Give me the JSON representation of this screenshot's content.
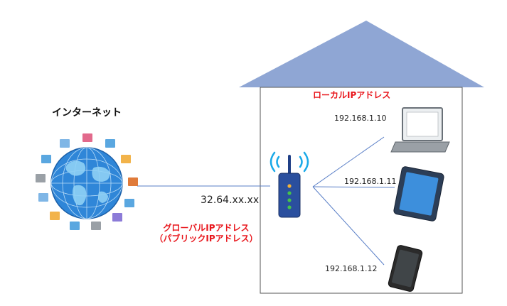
{
  "colors": {
    "label_red": "#e8151b",
    "house": "#8fa6d4",
    "globe_blue": "#2f86d8",
    "link_blue": "#5a7fc7"
  },
  "internet": {
    "label": "インターネット",
    "icon": "globe-with-computers-icon"
  },
  "house": {
    "local_ip_label": "ローカルIPアドレス",
    "router_icon": "wifi-router-icon"
  },
  "global_ip": {
    "address": "32.64.xx.xx",
    "label": "グローバルIPアドレス",
    "sublabel": "（パブリックIPアドレス）"
  },
  "devices": [
    {
      "ip": "192.168.1.10",
      "icon": "laptop-icon"
    },
    {
      "ip": "192.168.1.11",
      "icon": "tablet-icon"
    },
    {
      "ip": "192.168.1.12",
      "icon": "smartphone-icon"
    }
  ]
}
